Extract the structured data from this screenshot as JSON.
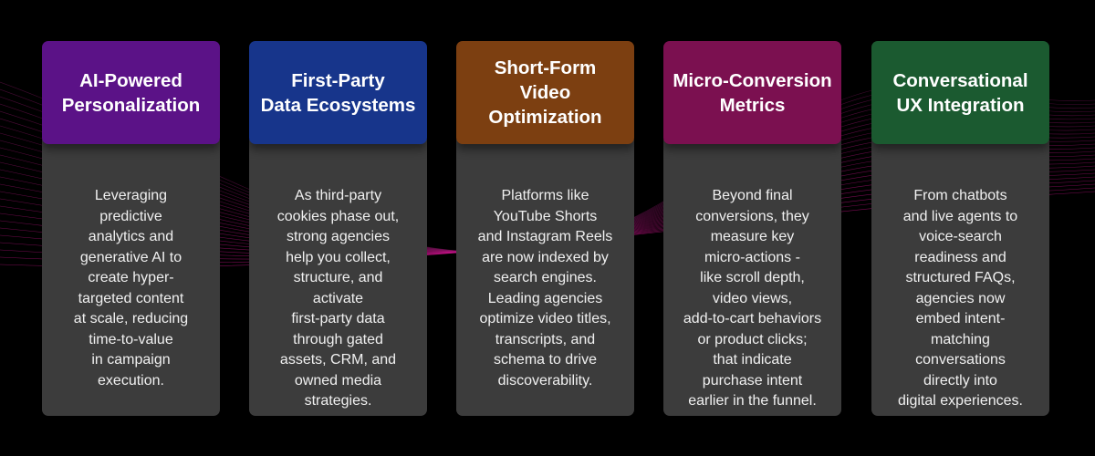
{
  "cards": [
    {
      "title": "AI-Powered\nPersonalization",
      "color": "#5b1287",
      "text": "Leveraging\npredictive\nanalytics and\ngenerative AI to\ncreate hyper-\ntargeted content\nat scale, reducing\ntime-to-value\nin campaign\nexecution."
    },
    {
      "title": "First-Party\nData Ecosystems",
      "color": "#17358b",
      "text": "As third-party\ncookies phase out,\nstrong agencies\nhelp you collect,\nstructure, and\nactivate\nfirst-party data\nthrough gated\nassets, CRM, and\nowned media\nstrategies."
    },
    {
      "title": "Short-Form\nVideo\nOptimization",
      "color": "#7c3f11",
      "text": "Platforms like\nYouTube Shorts\nand Instagram Reels\nare now indexed by\nsearch engines.\nLeading agencies\noptimize video titles,\ntranscripts, and\nschema to drive\ndiscoverability."
    },
    {
      "title": "Micro-Conversion\nMetrics",
      "color": "#7b1050",
      "text": "Beyond final\nconversions, they\nmeasure key\nmicro-actions -\nlike scroll depth,\nvideo views,\nadd-to-cart behaviors\nor product clicks;\nthat indicate\npurchase intent\nearlier in the funnel."
    },
    {
      "title": "Conversational\nUX Integration",
      "color": "#1b5a30",
      "text": "From chatbots\nand live agents to\nvoice-search\nreadiness and\nstructured FAQs,\nagencies now\nembed intent-\nmatching\nconversations\ndirectly into\ndigital experiences."
    }
  ]
}
